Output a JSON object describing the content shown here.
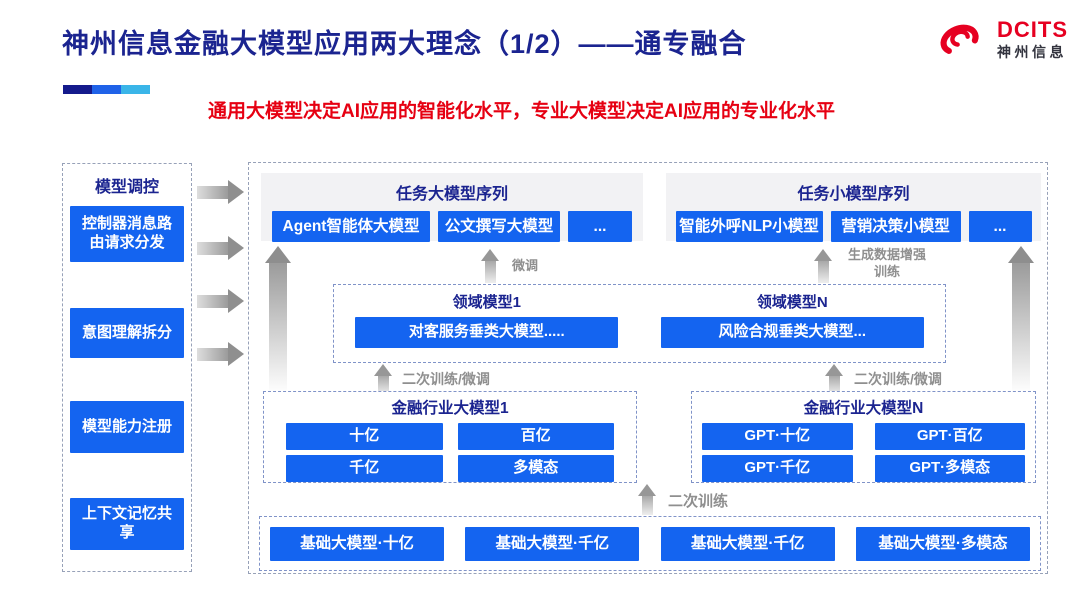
{
  "header": {
    "title": "神州信息金融大模型应用两大理念（1/2）——通专融合",
    "subtitle": "通用大模型决定AI应用的智能化水平，专业大模型决定AI应用的专业化水平",
    "logo_text": "DCITS",
    "logo_subtext": "神州信息"
  },
  "sidebar": {
    "header": "模型调控",
    "items": [
      "控制器消息路由请求分发",
      "意图理解拆分",
      "模型能力注册",
      "上下文记忆共享"
    ]
  },
  "sections": {
    "task_large": {
      "header": "任务大模型序列",
      "models": [
        "Agent智能体大模型",
        "公文撰写大模型",
        "..."
      ]
    },
    "task_small": {
      "header": "任务小模型序列",
      "models": [
        "智能外呼NLP小模型",
        "营销决策小模型",
        "..."
      ]
    },
    "domain": {
      "left": {
        "header": "领域模型1",
        "model": "对客服务垂类大模型....."
      },
      "right": {
        "header": "领域模型N",
        "model": "风险合规垂类大模型..."
      }
    },
    "industry_left": {
      "header": "金融行业大模型1",
      "models": [
        "十亿",
        "百亿",
        "千亿",
        "多模态"
      ]
    },
    "industry_right": {
      "header": "金融行业大模型N",
      "models": [
        "GPT·十亿",
        "GPT·百亿",
        "GPT·千亿",
        "GPT·多模态"
      ]
    },
    "base": {
      "models": [
        "基础大模型·十亿",
        "基础大模型·千亿",
        "基础大模型·千亿",
        "基础大模型·多模态"
      ]
    }
  },
  "arrow_labels": {
    "fine_tune": "微调",
    "gen_data_train": "生成数据增强训练",
    "secondary_left": "二次训练/微调",
    "secondary_right": "二次训练/微调",
    "secondary_train": "二次训练"
  },
  "colors": {
    "box_blue": "#1464f0",
    "navy": "#1b2490",
    "red": "#e60012",
    "bar_navy": "#141a8c",
    "bar_blue": "#1f62e8",
    "bar_cyan": "#3ab5e8",
    "arrow_gray": "#8f8f8f"
  }
}
